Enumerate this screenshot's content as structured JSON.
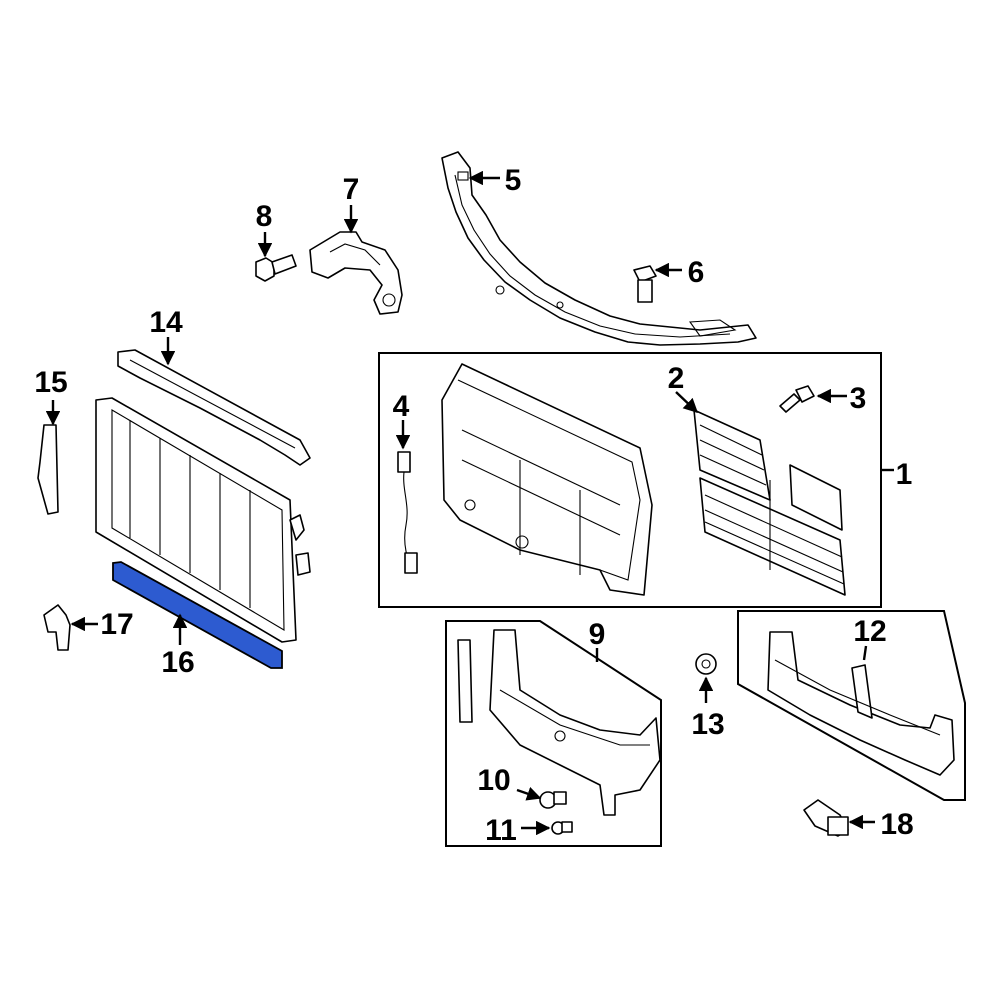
{
  "callouts": {
    "c1": "1",
    "c2": "2",
    "c3": "3",
    "c4": "4",
    "c5": "5",
    "c6": "6",
    "c7": "7",
    "c8": "8",
    "c9": "9",
    "c10": "10",
    "c11": "11",
    "c12": "12",
    "c13": "13",
    "c14": "14",
    "c15": "15",
    "c16": "16",
    "c17": "17",
    "c18": "18"
  },
  "highlight": {
    "part": "16",
    "color": "#2d5bd0"
  }
}
